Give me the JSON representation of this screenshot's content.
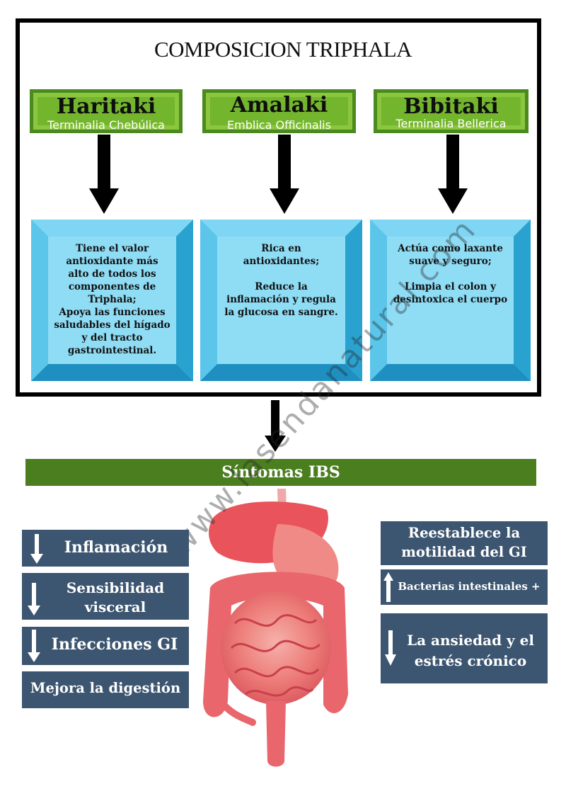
{
  "title": "COMPOSICION TRIPHALA",
  "herbs": [
    {
      "name": "Haritaki",
      "latin": "Terminalia Chebúlica",
      "description": "Tiene el valor\nantioxidante más\nalto de todos los\ncomponentes de\nTriphala;\nApoya las funciones\nsaludables del hígado\ny del tracto\ngastrointestinal."
    },
    {
      "name": "Amalaki",
      "latin": "Emblica Officinalis",
      "description": "Rica en\nantioxidantes;\n\nReduce la\ninflamación y regula\nla glucosa en sangre."
    },
    {
      "name": "Bibitaki",
      "latin": "Terminalia Bellerica",
      "description": "Actúa como laxante\nsuave y seguro;\n\nLimpia el colon y\ndesintoxica el cuerpo"
    }
  ],
  "section_title": "Síntomas IBS",
  "left_effects": [
    {
      "label": "Inflamación",
      "direction": "down"
    },
    {
      "label": "Sensibilidad visceral",
      "direction": "down"
    },
    {
      "label": "Infecciones GI",
      "direction": "down"
    },
    {
      "label": "Mejora la digestión",
      "direction": "none"
    }
  ],
  "right_effects": [
    {
      "label": "Reestablece la motilidad del GI",
      "direction": "none"
    },
    {
      "label": "Bacterias intestinales +",
      "direction": "up"
    },
    {
      "label": "La ansiedad y el estrés crónico",
      "direction": "down"
    }
  ],
  "watermark": "www.lasendanatural.com",
  "colors": {
    "herb_green": "#74b52e",
    "ibs_bar": "#4a7e1f",
    "box_blue": "#8fdcf5",
    "effect_box": "#3c5570",
    "organ": "#e8626a"
  }
}
